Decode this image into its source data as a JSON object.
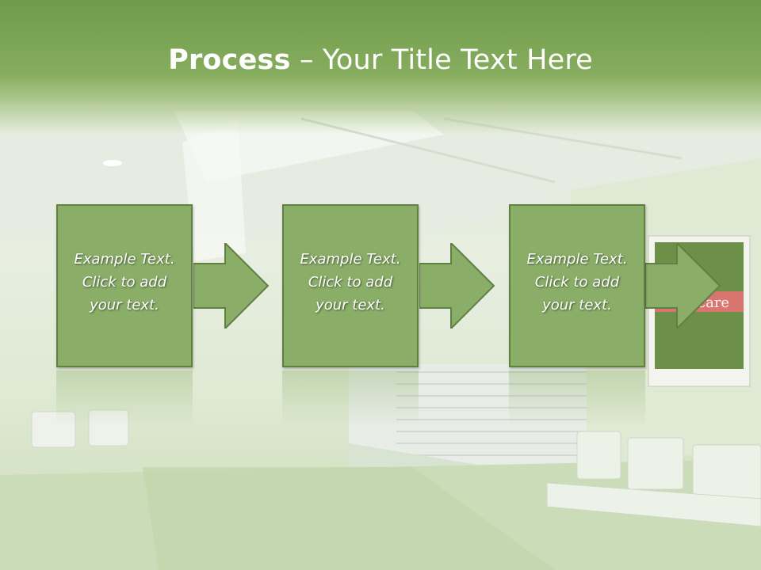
{
  "title": {
    "bold": "Process",
    "rest": " – Your Title Text Here"
  },
  "steps": [
    {
      "text": "Example Text.\nClick  to add\nyour text."
    },
    {
      "text": "Example Text.\nClick  to add\nyour text."
    },
    {
      "text": "Example Text.\nClick  to add\nyour text."
    }
  ],
  "colors": {
    "title_band": "#7ea356",
    "box_fill": "#8aae68",
    "box_border": "#5f7f43"
  }
}
